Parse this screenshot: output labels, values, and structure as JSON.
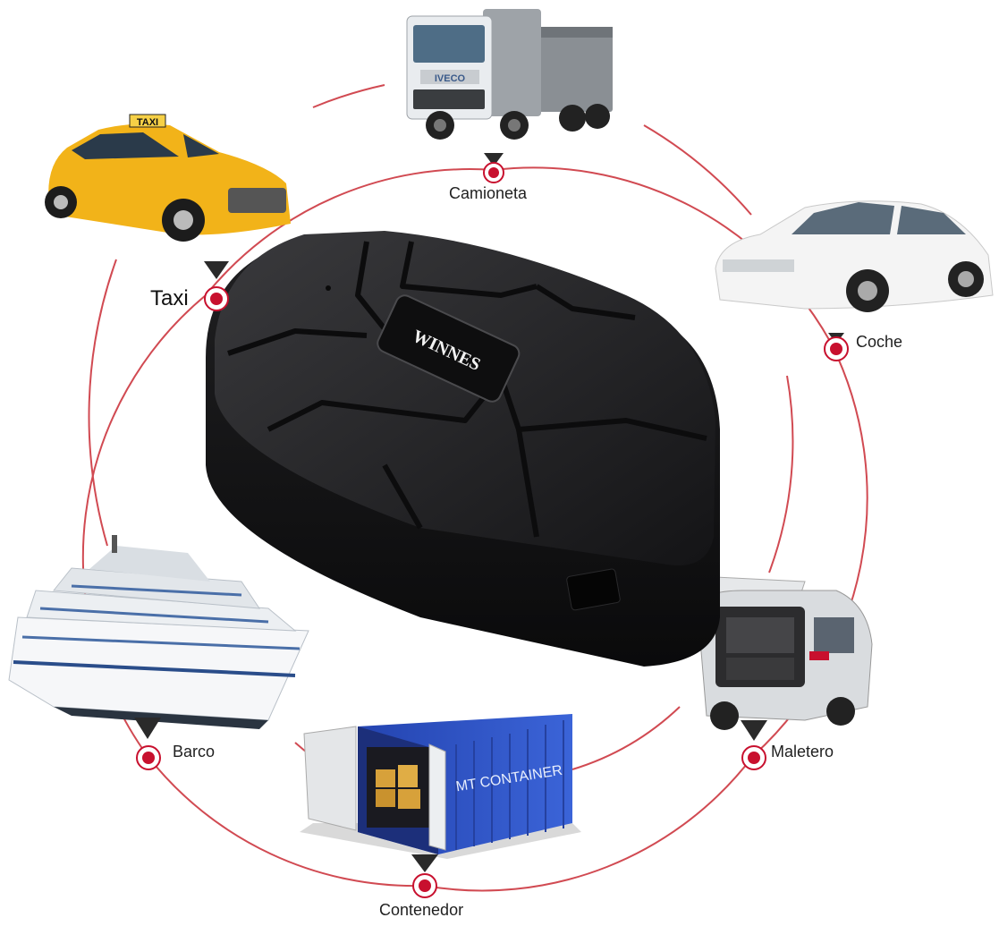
{
  "product": {
    "brand_logo_text": "WINNES"
  },
  "usage_scenarios": [
    {
      "id": "camioneta",
      "label": "Camioneta",
      "icon": "dump-truck"
    },
    {
      "id": "taxi",
      "label": "Taxi",
      "icon": "taxi-car"
    },
    {
      "id": "coche",
      "label": "Coche",
      "icon": "sedan-car"
    },
    {
      "id": "barco",
      "label": "Barco",
      "icon": "cruise-ship"
    },
    {
      "id": "maletero",
      "label": "Maletero",
      "icon": "suv-open-trunk"
    },
    {
      "id": "contenedor",
      "label": "Contenedor",
      "icon": "shipping-container"
    }
  ],
  "vehicle_texts": {
    "taxi_sign": "TAXI",
    "truck_brand": "IVECO",
    "container_brand": "MT CONTAINER"
  },
  "colors": {
    "ring_line": "#c9303a",
    "pin_red": "#c8102e",
    "device_body": "#1b1b1d",
    "taxi_yellow": "#f2b319",
    "container_blue": "#2f55c8"
  }
}
